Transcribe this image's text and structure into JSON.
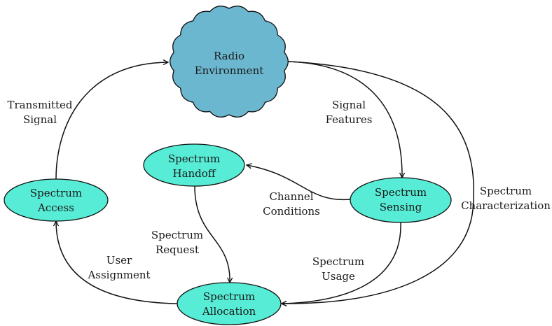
{
  "colors": {
    "cloud_fill": "#6bb7cf",
    "node_fill": "#57ecd6",
    "stroke": "#111111"
  },
  "nodes": {
    "radio_environment": {
      "line1": "Radio",
      "line2": "Environment",
      "shape": "cloud"
    },
    "spectrum_handoff": {
      "line1": "Spectrum",
      "line2": "Handoff",
      "shape": "ellipse"
    },
    "spectrum_access": {
      "line1": "Spectrum",
      "line2": "Access",
      "shape": "ellipse"
    },
    "spectrum_sensing": {
      "line1": "Spectrum",
      "line2": "Sensing",
      "shape": "ellipse"
    },
    "spectrum_allocation": {
      "line1": "Spectrum",
      "line2": "Allocation",
      "shape": "ellipse"
    }
  },
  "edges": [
    {
      "from": "spectrum_access",
      "to": "radio_environment",
      "line1": "Transmitted",
      "line2": "Signal"
    },
    {
      "from": "radio_environment",
      "to": "spectrum_sensing",
      "line1": "Signal",
      "line2": "Features"
    },
    {
      "from": "radio_environment",
      "to": "spectrum_allocation",
      "line1": "Spectrum",
      "line2": "Characterization"
    },
    {
      "from": "spectrum_sensing",
      "to": "spectrum_handoff",
      "line1": "Channel",
      "line2": "Conditions"
    },
    {
      "from": "spectrum_handoff",
      "to": "spectrum_allocation",
      "line1": "Spectrum",
      "line2": "Request"
    },
    {
      "from": "spectrum_sensing",
      "to": "spectrum_allocation",
      "line1": "Spectrum",
      "line2": "Usage"
    },
    {
      "from": "spectrum_allocation",
      "to": "spectrum_access",
      "line1": "User",
      "line2": "Assignment"
    }
  ]
}
